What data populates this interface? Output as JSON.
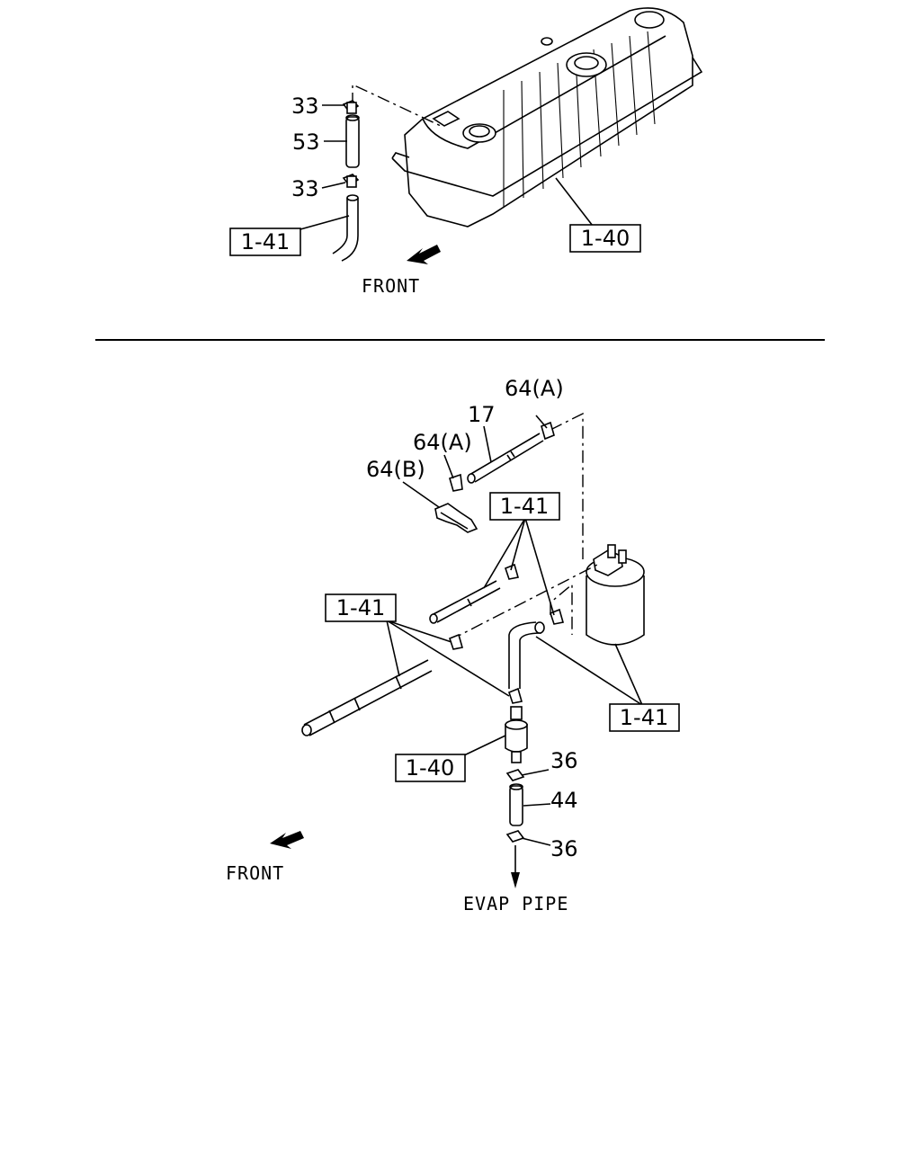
{
  "top_assembly": {
    "callouts": {
      "clip_upper": "33",
      "hose": "53",
      "clip_lower": "33",
      "ref_pipe": "1-41",
      "ref_tank": "1-40"
    },
    "front_label": "FRONT"
  },
  "bottom_assembly": {
    "callouts": {
      "clamp_a_upper": "64(A)",
      "tube": "17",
      "clamp_a_lower": "64(A)",
      "clamp_b": "64(B)",
      "ref_pipes_upper": "1-41",
      "ref_pipes_left": "1-41",
      "ref_pipes_right": "1-41",
      "ref_filter": "1-40",
      "clip_upper": "36",
      "hose": "44",
      "clip_lower": "36"
    },
    "front_label": "FRONT",
    "evap_label": "EVAP PIPE"
  }
}
